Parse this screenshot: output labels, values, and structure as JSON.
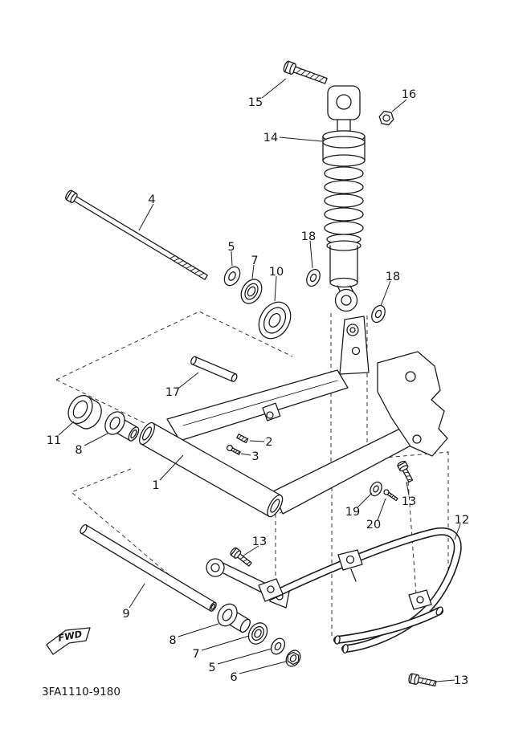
{
  "diagram": {
    "code": "3FA1110-9180",
    "fwd": "FWD",
    "labels": [
      {
        "text": "15"
      },
      {
        "text": "16"
      },
      {
        "text": "14"
      },
      {
        "text": "4"
      },
      {
        "text": "5"
      },
      {
        "text": "7"
      },
      {
        "text": "10"
      },
      {
        "text": "18"
      },
      {
        "text": "18"
      },
      {
        "text": "17"
      },
      {
        "text": "11"
      },
      {
        "text": "8"
      },
      {
        "text": "2"
      },
      {
        "text": "3"
      },
      {
        "text": "1"
      },
      {
        "text": "19"
      },
      {
        "text": "20"
      },
      {
        "text": "13"
      },
      {
        "text": "13"
      },
      {
        "text": "12"
      },
      {
        "text": "9"
      },
      {
        "text": "8"
      },
      {
        "text": "7"
      },
      {
        "text": "5"
      },
      {
        "text": "6"
      },
      {
        "text": "13"
      }
    ]
  }
}
